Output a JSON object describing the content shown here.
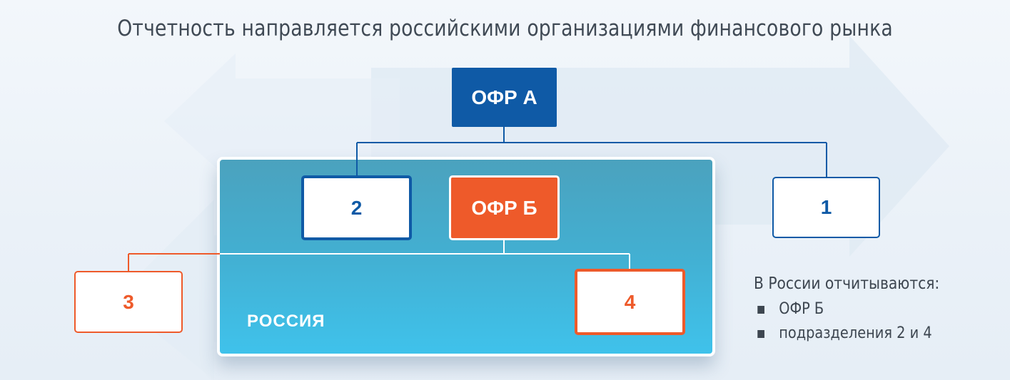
{
  "title": "Отчетность направляется российскими организациями финансового рынка",
  "region": {
    "label": "РОССИЯ"
  },
  "boxes": {
    "ofr_a": "ОФР А",
    "unit_2": "2",
    "ofr_b": "ОФР Б",
    "unit_1": "1",
    "unit_3": "3",
    "unit_4": "4"
  },
  "note": {
    "title": "В России отчитываются:",
    "items": [
      "ОФР Б",
      "подразделения 2 и 4"
    ]
  },
  "colors": {
    "primary_blue": "#0f5aa6",
    "accent_orange": "#ee5a2a",
    "region_fill": "#43aed0"
  }
}
